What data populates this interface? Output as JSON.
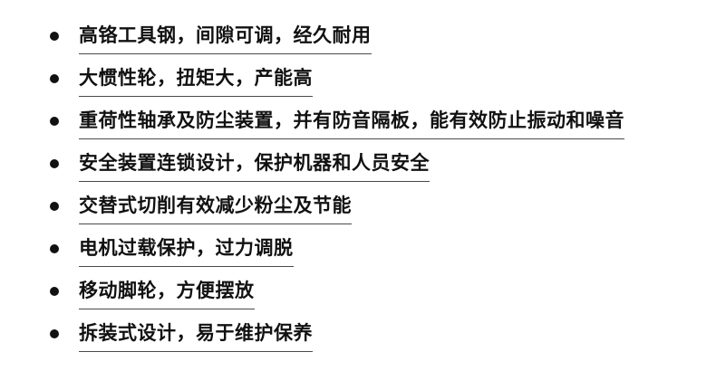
{
  "features": [
    {
      "text": "高铬工具钢，间隙可调，经久耐用"
    },
    {
      "text": "大惯性轮，扭矩大，产能高"
    },
    {
      "text": "重荷性轴承及防尘装置，并有防音隔板，能有效防止振动和噪音"
    },
    {
      "text": "安全装置连锁设计，保护机器和人员安全"
    },
    {
      "text": "交替式切削有效减少粉尘及节能"
    },
    {
      "text": "电机过载保护，过力调脱"
    },
    {
      "text": "移动脚轮，方便摆放"
    },
    {
      "text": "拆装式设计，易于维护保养"
    }
  ],
  "colors": {
    "background": "#ffffff",
    "text": "#111111",
    "bullet": "#111111",
    "underline": "#4a4a4a"
  }
}
